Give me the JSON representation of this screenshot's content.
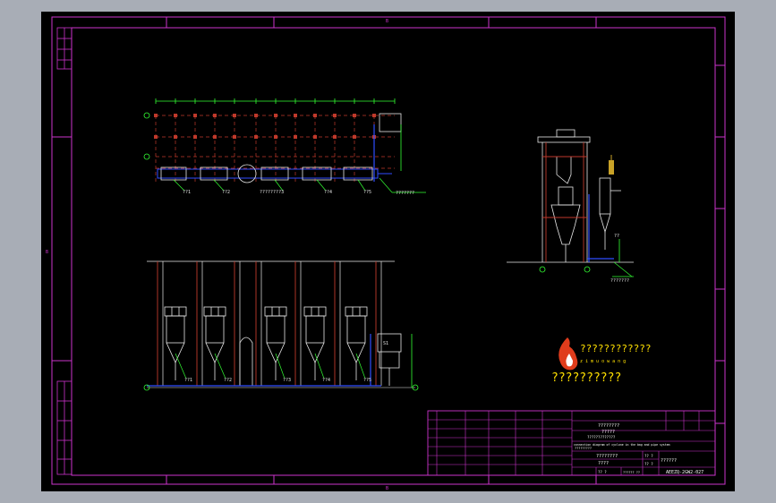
{
  "colors": {
    "background": "#a8adb6",
    "sheet": "#000000",
    "frame": "#cc33cc",
    "structure_red": "#c0392b",
    "white_lines": "#e8e8e8",
    "blue_lines": "#2f4dff",
    "green_lines": "#33ff33",
    "yellow_text": "#ffe000",
    "title_text": "#ffffff"
  },
  "frame_marks": {
    "top": "B",
    "bottom": "B",
    "left": "B"
  },
  "plan_view": {
    "unit_labels": [
      "??1",
      "??2",
      "????????3",
      "??4",
      "??5"
    ],
    "note_label": "???????"
  },
  "elevation_view": {
    "unit_labels": [
      "??1",
      "??2",
      "??3",
      "??4",
      "??5"
    ],
    "side_label": "S1"
  },
  "side_view": {
    "label": "??",
    "bottom_label": "???????"
  },
  "logo": {
    "top_text": "????????????",
    "sub_text": "z i m u o w a n g",
    "bottom_text": "??????????"
  },
  "title_block": {
    "company": "????????",
    "subtitle": "?????",
    "title_en": "?????????????",
    "description_en": "connection diagram of cyclone in the bag and pipe system",
    "desc_cn": "?????????",
    "project": "????????",
    "stage": "????",
    "scale_label": "?? ?",
    "sheet_label": "?????? ??",
    "drawing_no_label": "??????",
    "drawing_no": "AEEZQ-2GW2-027",
    "cell_a": "?? ?",
    "cell_b": "?? ?"
  }
}
